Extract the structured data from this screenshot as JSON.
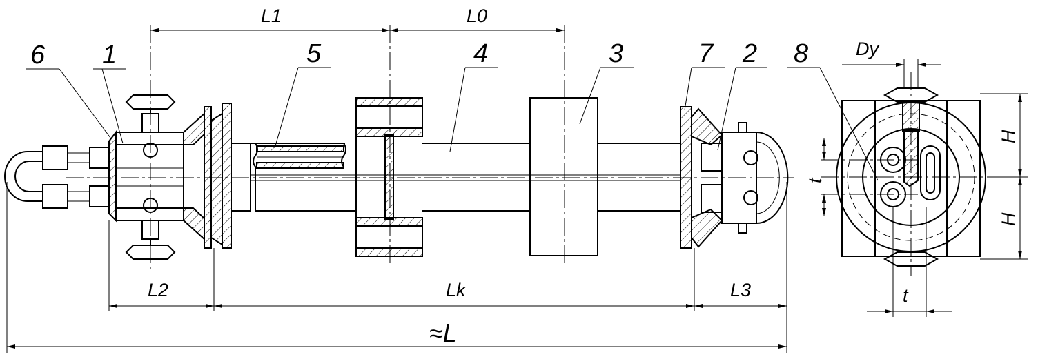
{
  "parts": {
    "p1": "1",
    "p2": "2",
    "p3": "3",
    "p4": "4",
    "p5": "5",
    "p6": "6",
    "p7": "7",
    "p8": "8"
  },
  "dims": {
    "L1": "L1",
    "L0": "L0",
    "L2": "L2",
    "Lk": "Lk",
    "L3": "L3",
    "L": "≈L",
    "Dy": "Dy",
    "H_top": "H",
    "H_bottom": "H",
    "t_side": "t",
    "t_bottom": "t"
  }
}
